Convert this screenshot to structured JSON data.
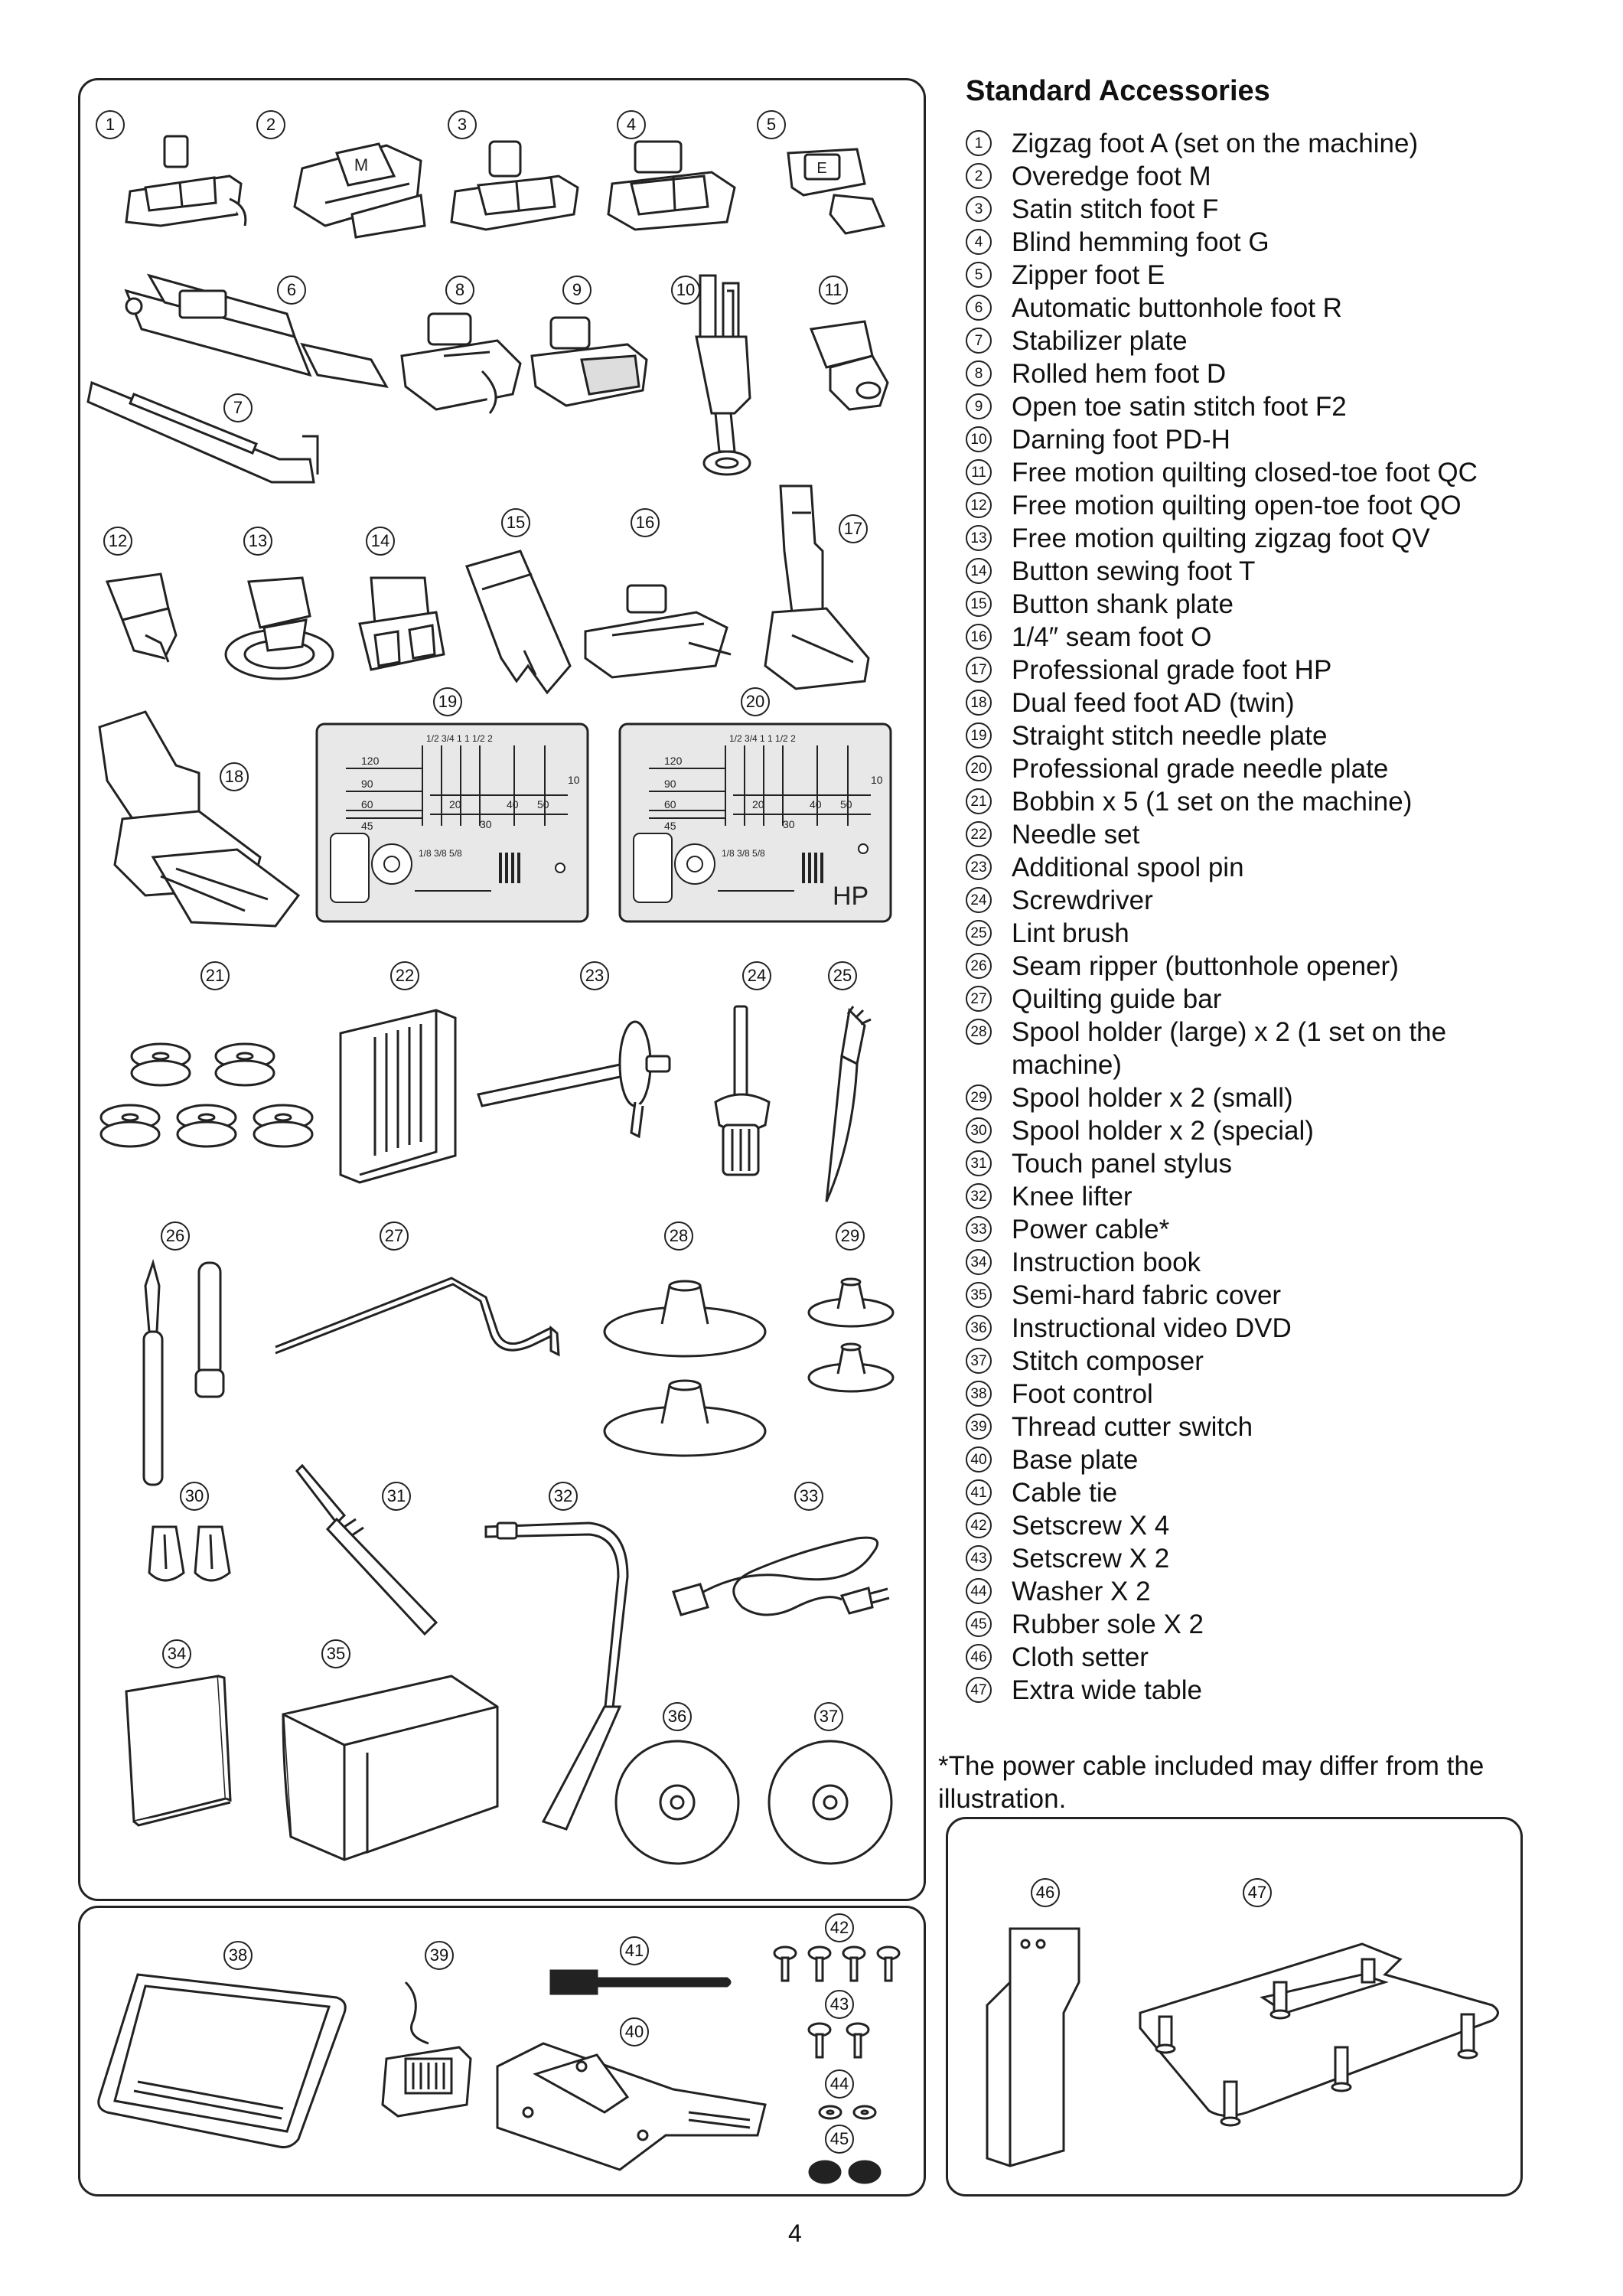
{
  "title": "Standard Accessories",
  "accessories": [
    {
      "num": "1",
      "label": "Zigzag foot A (set on the machine)"
    },
    {
      "num": "2",
      "label": "Overedge foot M"
    },
    {
      "num": "3",
      "label": "Satin stitch foot F"
    },
    {
      "num": "4",
      "label": "Blind hemming foot G"
    },
    {
      "num": "5",
      "label": "Zipper foot E"
    },
    {
      "num": "6",
      "label": "Automatic buttonhole foot R"
    },
    {
      "num": "7",
      "label": "Stabilizer plate"
    },
    {
      "num": "8",
      "label": "Rolled hem foot D"
    },
    {
      "num": "9",
      "label": "Open toe satin stitch foot F2"
    },
    {
      "num": "10",
      "label": "Darning foot PD-H"
    },
    {
      "num": "11",
      "label": "Free motion quilting closed-toe foot QC"
    },
    {
      "num": "12",
      "label": "Free motion quilting open-toe foot QO"
    },
    {
      "num": "13",
      "label": "Free motion quilting zigzag foot QV"
    },
    {
      "num": "14",
      "label": "Button sewing foot T"
    },
    {
      "num": "15",
      "label": "Button shank plate"
    },
    {
      "num": "16",
      "label": "1/4″ seam foot O"
    },
    {
      "num": "17",
      "label": "Professional grade foot HP"
    },
    {
      "num": "18",
      "label": "Dual feed foot AD (twin)"
    },
    {
      "num": "19",
      "label": "Straight stitch needle plate"
    },
    {
      "num": "20",
      "label": "Professional grade needle plate"
    },
    {
      "num": "21",
      "label": "Bobbin x 5 (1 set on the machine)"
    },
    {
      "num": "22",
      "label": "Needle set"
    },
    {
      "num": "23",
      "label": "Additional spool pin"
    },
    {
      "num": "24",
      "label": "Screwdriver"
    },
    {
      "num": "25",
      "label": "Lint brush"
    },
    {
      "num": "26",
      "label": "Seam ripper (buttonhole opener)"
    },
    {
      "num": "27",
      "label": "Quilting guide bar"
    },
    {
      "num": "28",
      "label": "Spool holder (large) x 2 (1 set on the machine)"
    },
    {
      "num": "29",
      "label": "Spool holder x 2 (small)"
    },
    {
      "num": "30",
      "label": "Spool holder x 2 (special)"
    },
    {
      "num": "31",
      "label": "Touch panel stylus"
    },
    {
      "num": "32",
      "label": "Knee lifter"
    },
    {
      "num": "33",
      "label": "Power cable*"
    },
    {
      "num": "34",
      "label": "Instruction book"
    },
    {
      "num": "35",
      "label": "Semi-hard fabric cover"
    },
    {
      "num": "36",
      "label": "Instructional video DVD"
    },
    {
      "num": "37",
      "label": "Stitch composer"
    },
    {
      "num": "38",
      "label": "Foot control"
    },
    {
      "num": "39",
      "label": "Thread cutter switch"
    },
    {
      "num": "40",
      "label": "Base plate"
    },
    {
      "num": "41",
      "label": "Cable tie"
    },
    {
      "num": "42",
      "label": "Setscrew X 4"
    },
    {
      "num": "43",
      "label": "Setscrew X 2"
    },
    {
      "num": "44",
      "label": "Washer X 2"
    },
    {
      "num": "45",
      "label": "Rubber sole X 2"
    },
    {
      "num": "46",
      "label": "Cloth setter"
    },
    {
      "num": "47",
      "label": "Extra wide table"
    }
  ],
  "footnote": "*The power cable included may differ from the illustration.",
  "page_number": "4",
  "plate_marks": {
    "hp": "HP",
    "s120": "120",
    "s90": "90",
    "s60": "60",
    "s45": "45",
    "s20": "20",
    "s30": "30",
    "s40": "40",
    "s50": "50",
    "s10": "10",
    "frac": "1/2 3/4 1 1 1/2 2",
    "frac_small": "1/8 3/8 5/8"
  },
  "foot_marks": {
    "m": "M",
    "e": "E"
  },
  "callouts": {
    "n1": "1",
    "n2": "2",
    "n3": "3",
    "n4": "4",
    "n5": "5",
    "n6": "6",
    "n7": "7",
    "n8": "8",
    "n9": "9",
    "n10": "10",
    "n11": "11",
    "n12": "12",
    "n13": "13",
    "n14": "14",
    "n15": "15",
    "n16": "16",
    "n17": "17",
    "n18": "18",
    "n19": "19",
    "n20": "20",
    "n21": "21",
    "n22": "22",
    "n23": "23",
    "n24": "24",
    "n25": "25",
    "n26": "26",
    "n27": "27",
    "n28": "28",
    "n29": "29",
    "n30": "30",
    "n31": "31",
    "n32": "32",
    "n33": "33",
    "n34": "34",
    "n35": "35",
    "n36": "36",
    "n37": "37",
    "n38": "38",
    "n39": "39",
    "n40": "40",
    "n41": "41",
    "n42": "42",
    "n43": "43",
    "n44": "44",
    "n45": "45",
    "n46": "46",
    "n47": "47"
  }
}
